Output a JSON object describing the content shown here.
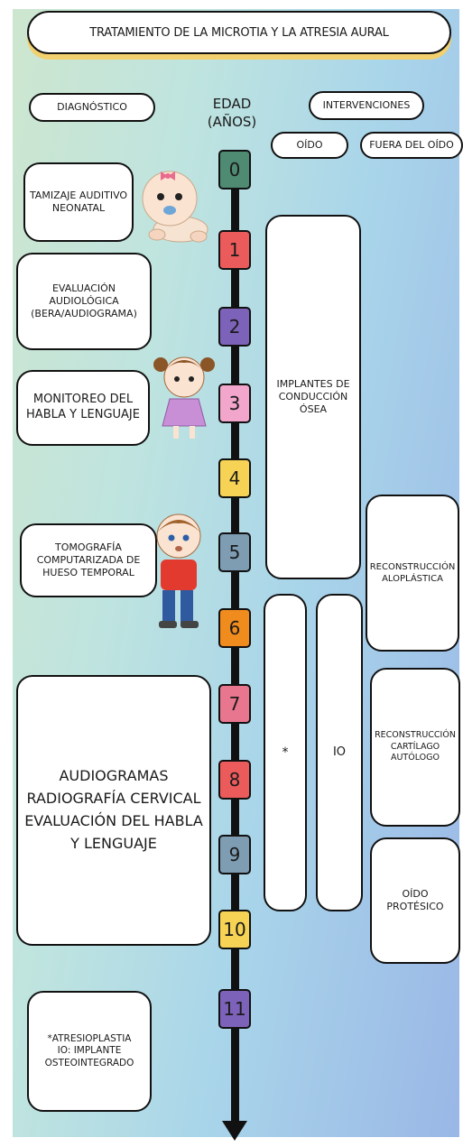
{
  "title": "TRATAMIENTO DE LA MICROTIA Y LA ATRESIA AURAL",
  "headers": {
    "diagnostico": "DIAGNÓSTICO",
    "edad_line1": "EDAD",
    "edad_line2": "(AÑOS)",
    "intervenciones": "INTERVENCIONES",
    "oido": "OÍDO",
    "fuera_del_oido": "FUERA DEL OÍDO"
  },
  "ages": [
    {
      "label": "0",
      "color": "#4f8a72"
    },
    {
      "label": "1",
      "color": "#ec5b5b"
    },
    {
      "label": "2",
      "color": "#7d62b9"
    },
    {
      "label": "3",
      "color": "#f2a6cb"
    },
    {
      "label": "4",
      "color": "#f6d354"
    },
    {
      "label": "5",
      "color": "#7e9db3"
    },
    {
      "label": "6",
      "color": "#f08c1e"
    },
    {
      "label": "7",
      "color": "#e8768f"
    },
    {
      "label": "8",
      "color": "#ec5b5b"
    },
    {
      "label": "9",
      "color": "#7e9db3"
    },
    {
      "label": "10",
      "color": "#f6d354"
    },
    {
      "label": "11",
      "color": "#7d62b9"
    }
  ],
  "diagnosis": {
    "tamizaje": "TAMIZAJE AUDITIVO NEONATAL",
    "evaluacion_l1": "EVALUACIÓN",
    "evaluacion_l2": "AUDIOLÓGICA",
    "evaluacion_l3": "(BERA/AUDIOGRAMA)",
    "monitoreo_l1": "MONITOREO DEL",
    "monitoreo_l2": "HABLA Y LENGUAJE",
    "tomografia_l1": "TOMOGRAFÍA",
    "tomografia_l2": "COMPUTARIZADA DE",
    "tomografia_l3": "HUESO TEMPORAL",
    "audiogramas_l1": "AUDIOGRAMAS",
    "audiogramas_l2": "RADIOGRAFÍA CERVICAL",
    "audiogramas_l3": "EVALUACIÓN DEL HABLA",
    "audiogramas_l4": "Y LENGUAJE",
    "nota_l1": "*ATRESIOPLASTIA",
    "nota_l2": "IO: IMPLANTE",
    "nota_l3": "OSTEOINTEGRADO"
  },
  "interventions": {
    "implantes_l1": "IMPLANTES DE",
    "implantes_l2": "CONDUCCIÓN",
    "implantes_l3": "ÓSEA",
    "asterisk": "*",
    "io": "IO",
    "reconstruccion_aloplastica_l1": "RECONSTRUCCIÓN",
    "reconstruccion_aloplastica_l2": "ALOPLÁSTICA",
    "reconstruccion_cartilago_l1": "RECONSTRUCCIÓN",
    "reconstruccion_cartilago_l2": "CARTÍLAGO",
    "reconstruccion_cartilago_l3": "AUTÓLOGO",
    "oido_protesico_l1": "OÍDO",
    "oido_protesico_l2": "PROTÉSICO"
  }
}
